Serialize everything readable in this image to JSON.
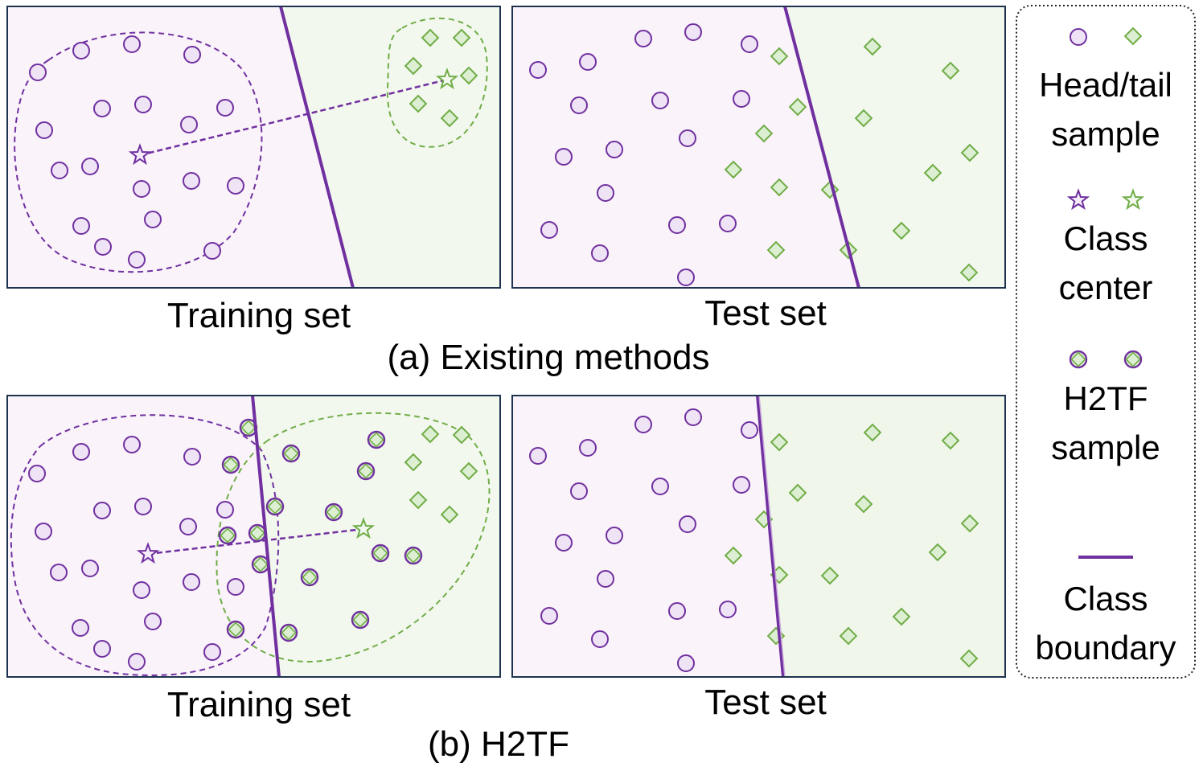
{
  "colors": {
    "head": "#7030A0",
    "head_fill": "#EFE3F6",
    "tail": "#70AD47",
    "tail_fill": "#DDEFD2",
    "head_region": "#FAF3FA",
    "tail_region": "#F3F8EE",
    "panel_border": "#1F3350"
  },
  "panels": {
    "a_train": "Training set",
    "a_test": "Test set",
    "b_train": "Training set",
    "b_test": "Test set"
  },
  "captions": {
    "a": "(a) Existing methods",
    "b": "(b) H2TF"
  },
  "legend": {
    "sample": [
      "Head/tail",
      "sample"
    ],
    "center": [
      "Class",
      "center"
    ],
    "h2tf": [
      "H2TF",
      "sample"
    ],
    "boundary": [
      "Class",
      "boundary"
    ]
  },
  "icons": {
    "head_sample": "circle-icon",
    "tail_sample": "diamond-icon",
    "class_center": "star-icon",
    "h2tf_sample": "mixed-circle-icon",
    "boundary": "line-icon"
  }
}
